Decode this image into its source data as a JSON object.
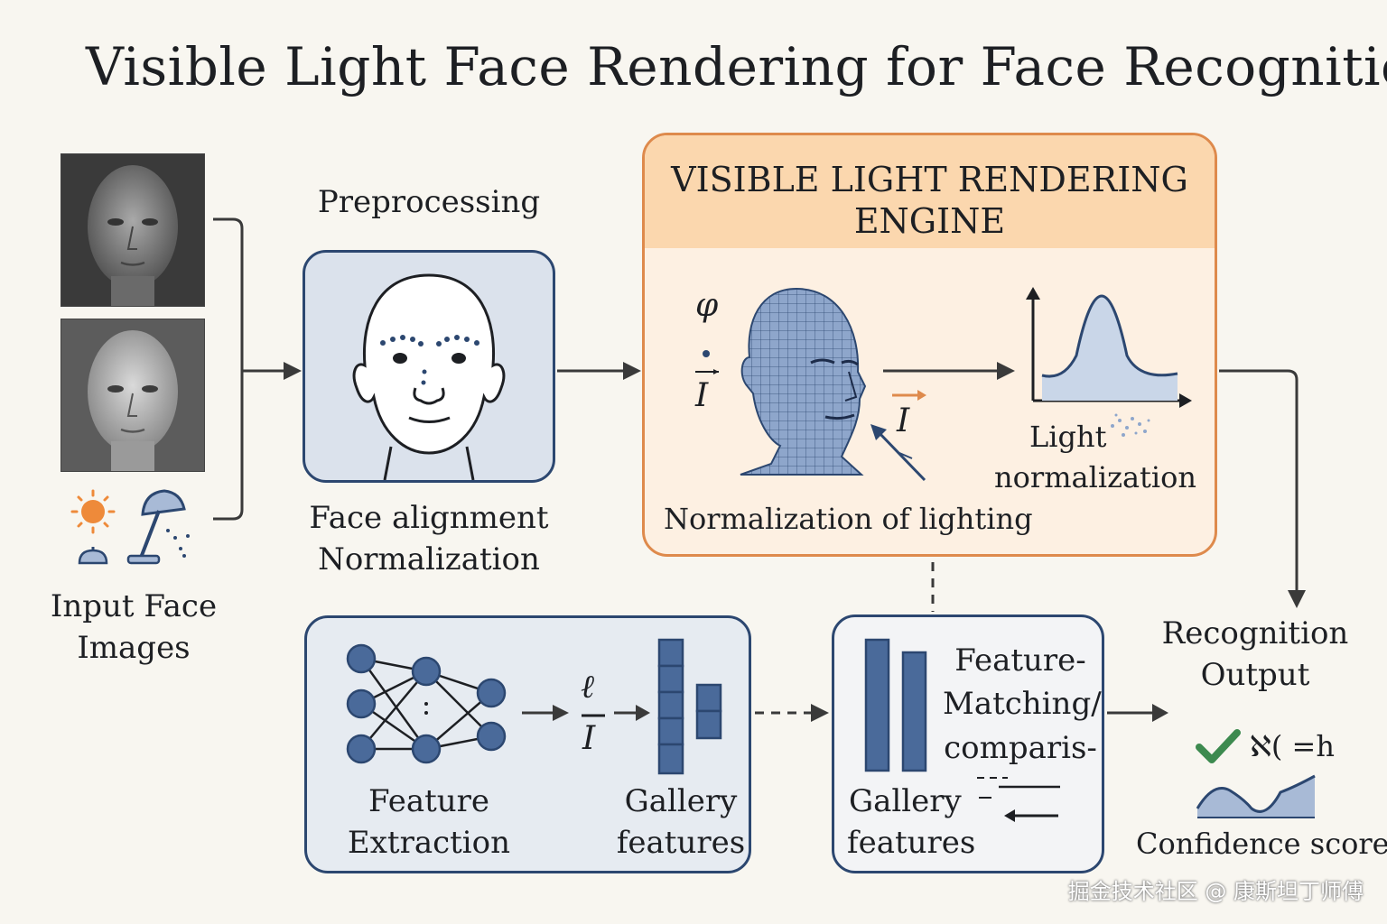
{
  "title": "Visible Light Face Rendering for Face Recognition",
  "input": {
    "label_line1": "Input Face",
    "label_line2": "Images"
  },
  "preprocessing": {
    "heading": "Preprocessing",
    "caption_line1": "Face alignment",
    "caption_line2": "Normalization"
  },
  "engine": {
    "title_line1": "VISIBLE LIGHT RENDERING",
    "title_line2": "ENGINE",
    "symbol_phi": "φ",
    "symbol_I": "I",
    "symbol_I2": "I",
    "light_label_line1": "Light",
    "light_label_line2": "normalization",
    "caption": "Normalization of lighting"
  },
  "feature_extraction": {
    "label_line1": "Feature",
    "label_line2": "Extraction",
    "symbol_top": "ℓ",
    "symbol_I": "I",
    "gallery_line1": "Gallery",
    "gallery_line2": "features"
  },
  "matching": {
    "gallery_line1": "Gallery",
    "gallery_line2": "features",
    "text_line1": "Feature-",
    "text_line2": "Matching/",
    "text_line3": "comparis-"
  },
  "output": {
    "label_line1": "Recognition",
    "label_line2": "Output",
    "formula": "ℵ( =h",
    "confidence_label": "Confidence score"
  },
  "watermark": "掘金技术社区 @ 康斯坦丁师傅",
  "colors": {
    "navy": "#2c4770",
    "blue_fill": "#4a6a9a",
    "orange": "#de8a4c",
    "orange_header": "#fbd7ae",
    "check_green": "#3d8a4f"
  }
}
